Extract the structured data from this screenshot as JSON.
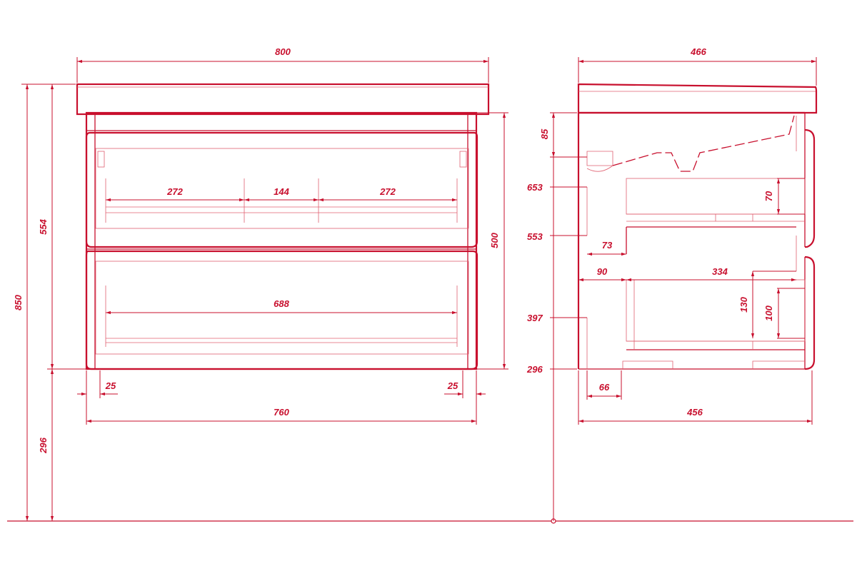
{
  "front": {
    "width_top": "800",
    "width_body": "760",
    "height_total": "850",
    "height_cabinet": "554",
    "height_front": "500",
    "floor_gap": "296",
    "side_left": "25",
    "side_right": "25",
    "drawer1_left": "272",
    "drawer1_mid": "144",
    "drawer1_right": "272",
    "drawer2_width": "688"
  },
  "side": {
    "depth_top": "466",
    "depth_body": "456",
    "siphon_height": "85",
    "level_653": "653",
    "level_553": "553",
    "level_397": "397",
    "level_296": "296",
    "drawer1_height": "70",
    "drawer1_offset": "73",
    "drawer2_offset": "90",
    "drawer2_depth": "334",
    "drawer2_front_height": "130",
    "drawer2_box_height": "100",
    "bottom_offset": "66"
  },
  "colors": {
    "line": "#c8102e",
    "thin": "#e06070",
    "background": "#ffffff"
  }
}
